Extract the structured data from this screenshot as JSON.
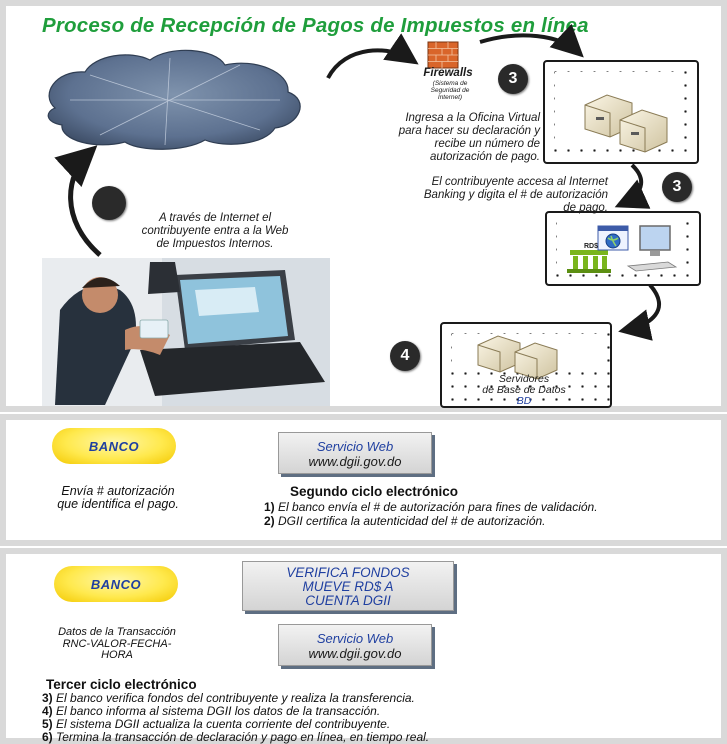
{
  "title": "Proceso de Recepción de Pagos de Impuestos en línea",
  "firewall": {
    "label": "Firewalls",
    "sublabel": "(Sistema de Seguridad de Internet)"
  },
  "step_badges": {
    "top_right": "3",
    "middle_right": "3",
    "db": "4"
  },
  "oficina_text": "Ingresa a la Oficina Virtual para hacer su declaración y recibe un número de autorización de pago.",
  "banking_text": "El contribuyente accesa al Internet Banking y digita el # de autorización de pago.",
  "internet_text": "A través de Internet el contribuyente entra a la Web de Impuestos Internos.",
  "db_servers": {
    "line1": "Servidores",
    "line2": "de Base de Datos",
    "line3": "BD"
  },
  "bank_icon_label": "RD$",
  "section2": {
    "banco": "BANCO",
    "envia": "Envía # autorización que identifica el pago.",
    "service_line1": "Servicio Web",
    "service_line2": "www.dgii.gov.do",
    "heading": "Segundo ciclo electrónico",
    "steps": [
      {
        "num": "1)",
        "text": "El banco envía el # de autorización para fines de validación."
      },
      {
        "num": "2)",
        "text": "DGII certifica la autenticidad del # de autorización."
      }
    ]
  },
  "section3": {
    "banco": "BANCO",
    "verifica_line1": "VERIFICA FONDOS",
    "verifica_line2": "MUEVE RD$ A",
    "verifica_line3": "CUENTA DGII",
    "datos": "Datos de la Transacción RNC-VALOR-FECHA-HORA",
    "service_line1": "Servicio Web",
    "service_line2": "www.dgii.gov.do",
    "heading": "Tercer ciclo electrónico",
    "steps": [
      {
        "num": "3)",
        "text": "El banco verifica fondos del contribuyente y realiza la transferencia."
      },
      {
        "num": "4)",
        "text": "El banco informa al sistema DGII los datos de la transacción."
      },
      {
        "num": "5)",
        "text": "El sistema DGII actualiza la cuenta corriente del contribuyente."
      },
      {
        "num": "6)",
        "text": "Termina la transacción de declaración y pago en línea, en tiempo real."
      }
    ]
  },
  "colors": {
    "title_green": "#1f9e3c",
    "link_blue": "#1f3fa0",
    "arrow_blue": "#3b4fa8"
  }
}
